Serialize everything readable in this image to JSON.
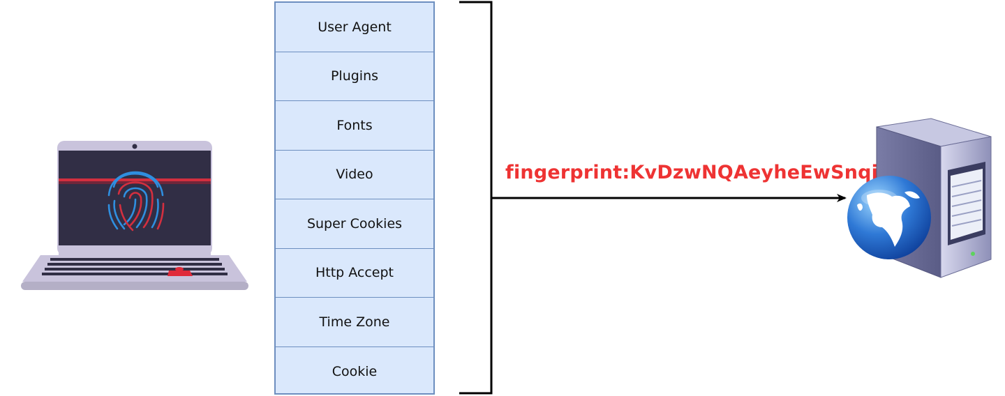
{
  "diagram": {
    "attributes": [
      "User Agent",
      "Plugins",
      "Fonts",
      "Video",
      "Super Cookies",
      "Http Accept",
      "Time Zone",
      "Cookie"
    ],
    "fingerprint_label": "fingerprint:KvDzwNQAeyheEwSnqjoO"
  },
  "icons": {
    "laptop": "laptop-fingerprint-icon",
    "server": "web-server-globe-icon"
  },
  "colors": {
    "cell_fill": "#dae8fc",
    "cell_border": "#6c8ebf",
    "fingerprint_text": "#ee3333",
    "arrow": "#000000"
  }
}
